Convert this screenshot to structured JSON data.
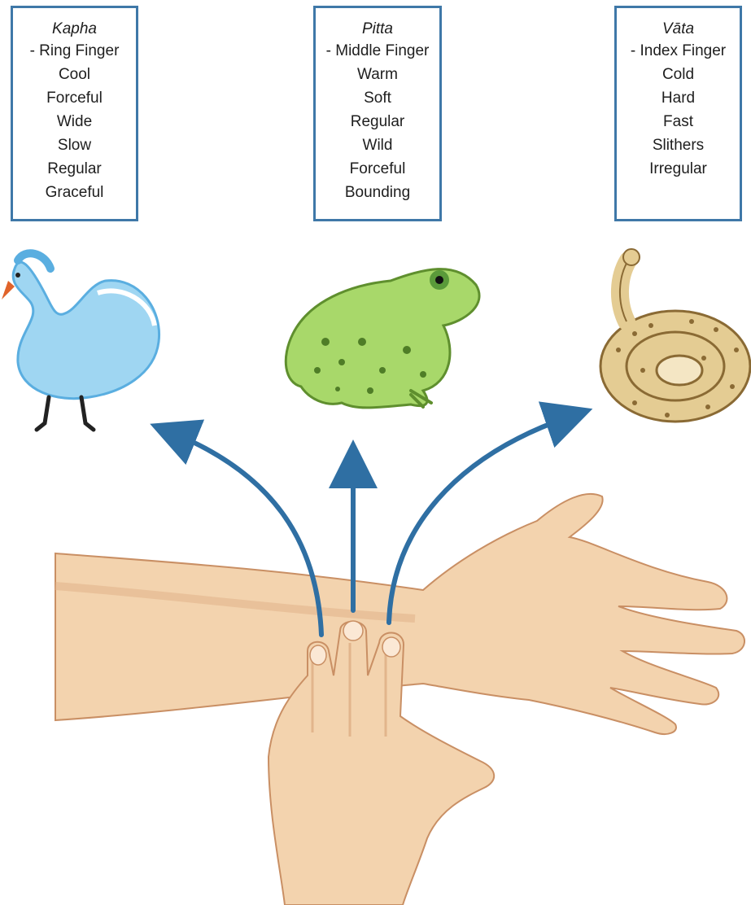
{
  "boxes": [
    {
      "dosha": "Kapha",
      "finger": "- Ring Finger",
      "qualities": [
        "Cool",
        "Forceful",
        "Wide",
        "Slow",
        "Regular",
        "Graceful"
      ],
      "animal": "swan"
    },
    {
      "dosha": "Pitta",
      "finger": "- Middle Finger",
      "qualities": [
        "Warm",
        "Soft",
        "Regular",
        "Wild",
        "Forceful",
        "Bounding"
      ],
      "animal": "frog"
    },
    {
      "dosha": "Vāta",
      "finger": "- Index Finger",
      "qualities": [
        "Cold",
        "Hard",
        "Fast",
        "Slithers",
        "Irregular"
      ],
      "animal": "snake"
    }
  ],
  "colors": {
    "arrow": "#2f6fa3",
    "box_border": "#3f78a8",
    "skin": "#f3d3ae",
    "skin_shadow": "#e2b58c",
    "skin_outline": "#c98f64",
    "swan": "#9fd6f2",
    "swan_dark": "#5aaee0",
    "frog": "#a8d86a",
    "frog_dark": "#5f8f2e",
    "snake": "#e4cc93",
    "snake_dark": "#8a6a34"
  }
}
